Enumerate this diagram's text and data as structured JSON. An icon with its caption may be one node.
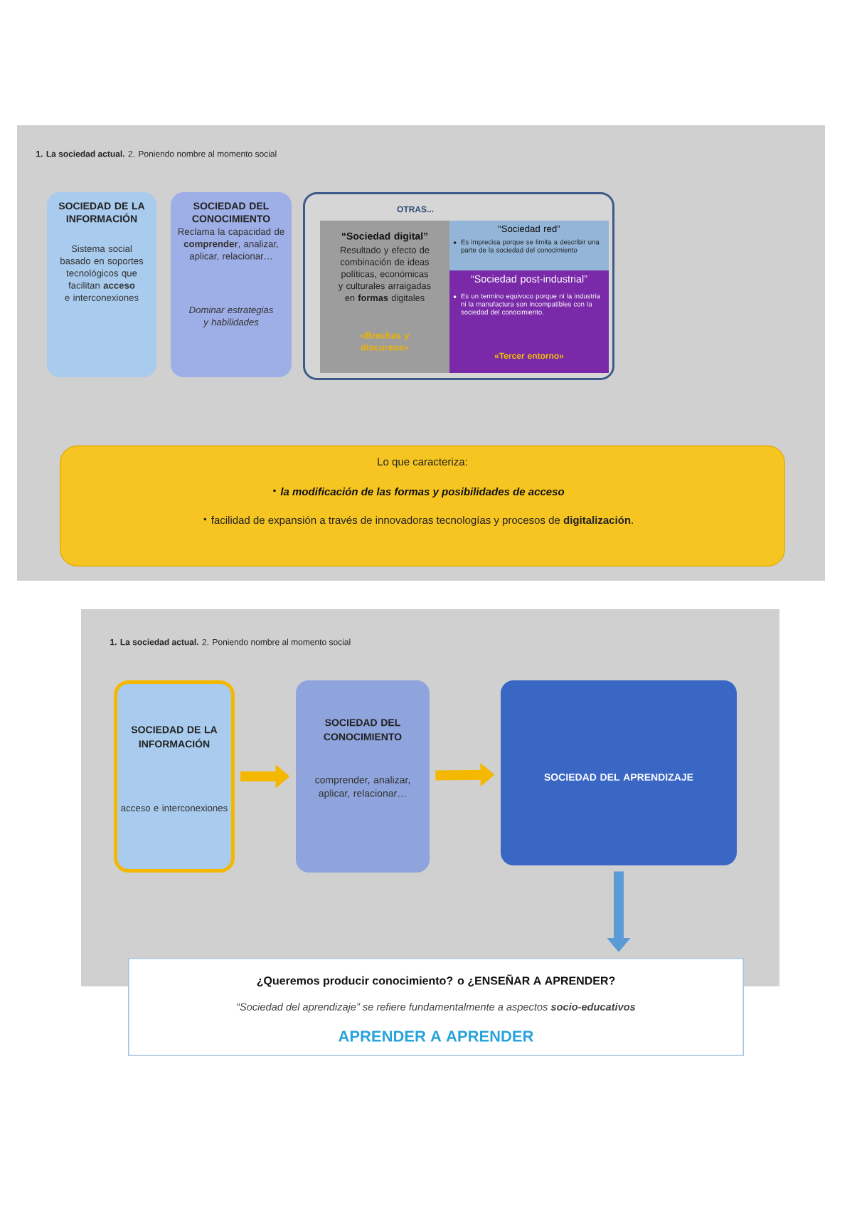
{
  "diagram": {
    "nodes": [
      {
        "text": [
          "**1.   La sociedad actual.** 2. Poniendo nombre al momento social"
        ]
      },
      {
        "text": [
          "SOCIEDAD DE LA INFORMACIÓN",
          "Sistema social basado en soportes tecnológicos que facilitan **acceso** e interconexiones"
        ],
        "in": 0
      },
      {
        "text": [
          "SOCIEDAD DEL CONOCIMIENTO",
          "Reclama la capacidad de **comprender**, analizar, aplicar, relacionar…",
          "Dominar estrategias y habilidades"
        ],
        "in": 0
      },
      {
        "text": [
          "OTRAS..."
        ],
        "in": 0
      },
      {
        "text": [
          "“Sociedad digital”",
          "Resultado y efecto de combinación de ideas políticas, económicas y culturales arraigadas en **formas** digitales",
          "«Brechas y discursos»"
        ],
        "in": 3
      },
      {
        "text": [
          "“Sociedad red”",
          "Es imprecisa porque se limita a describir una parte de la sociedad del conocimiento"
        ],
        "in": 3
      },
      {
        "text": [
          "“Sociedad post-industrial”",
          "Es un termino equivoco porque ni la industria ni la manufactura son incompatibles con la sociedad del conocimiento.",
          "«Tercer entorno»"
        ],
        "in": 3
      },
      {
        "text": [
          "Lo que caracteriza:",
          "la modificación de las formas y posibilidades de acceso",
          "facilidad de expansión a través de innovadoras tecnologías y procesos de **digitalización**."
        ],
        "in": 0
      },
      {
        "text": [
          "**1.   La sociedad actual.** 2. Poniendo nombre al momento social"
        ]
      },
      {
        "text": [
          "SOCIEDAD DE LA INFORMACIÓN",
          "acceso e interconexiones"
        ],
        "in": 8
      },
      {
        "text": [
          "SOCIEDAD DEL CONOCIMIENTO",
          "comprender, analizar, aplicar, relacionar…"
        ],
        "in": 8
      },
      {
        "text": [
          "SOCIEDAD DEL APRENDIZAJE"
        ],
        "in": 8
      },
      {
        "text": [
          "¿Queremos producir conocimiento? o ¿ENSEÑAR A APRENDER?",
          "“Sociedad del aprendizaje” se refiere fundamentalmente a aspectos **socio-educativos**",
          "APRENDER A APRENDER"
        ]
      }
    ],
    "edges": [
      {
        "from": 9,
        "to": 10,
        "arrow": "to",
        "color": "#f5b800"
      },
      {
        "from": 10,
        "to": 11,
        "arrow": "to",
        "color": "#f5b800"
      },
      {
        "from": 11,
        "to": 12,
        "arrow": "to",
        "color": "#5b9bd5"
      }
    ]
  }
}
